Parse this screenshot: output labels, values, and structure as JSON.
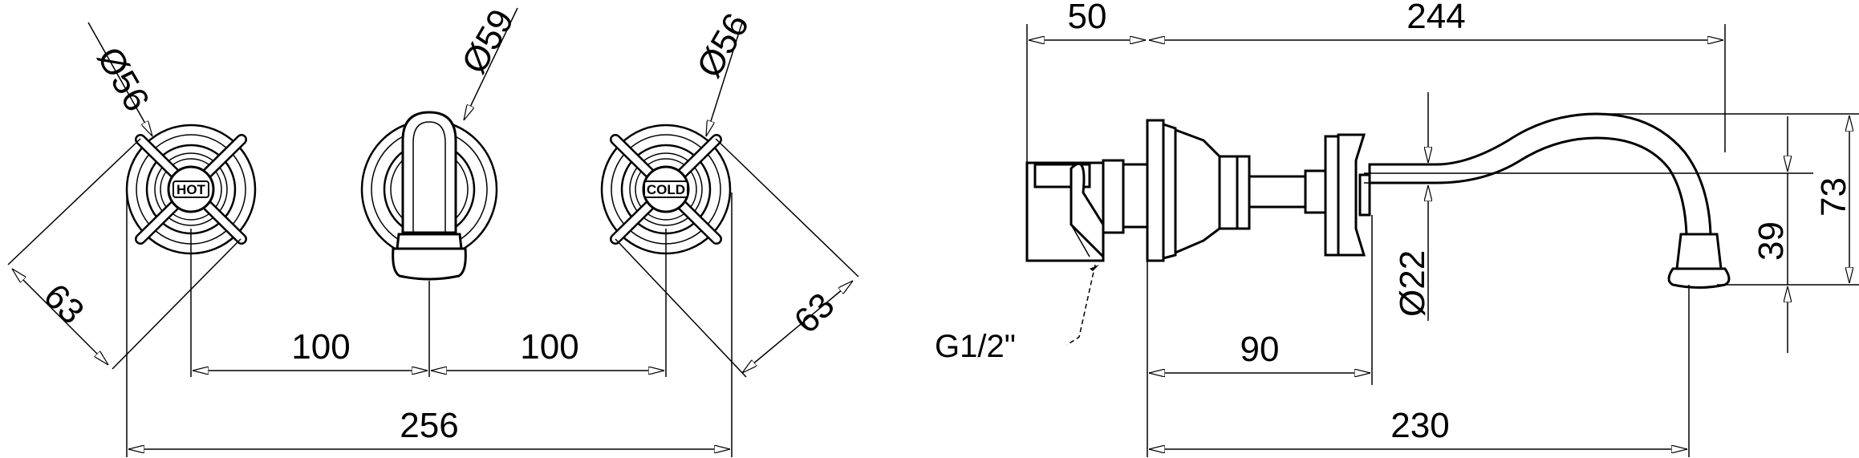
{
  "dimensions": {
    "hot_handle_diameter": "Ø56",
    "spout_rose_diameter": "Ø59",
    "cold_handle_diameter": "Ø56",
    "left_diagonal": "63",
    "right_diagonal": "63",
    "spacing_left": "100",
    "spacing_right": "100",
    "overall_width": "256",
    "wall_depth": "50",
    "spout_length": "244",
    "spout_height": "73",
    "outlet_height": "39",
    "pipe_diameter": "Ø22",
    "handle_projection": "90",
    "outlet_projection": "230"
  },
  "labels": {
    "thread": "G1/2\"",
    "hot_handle": "HOT",
    "cold_handle": "COLD"
  }
}
